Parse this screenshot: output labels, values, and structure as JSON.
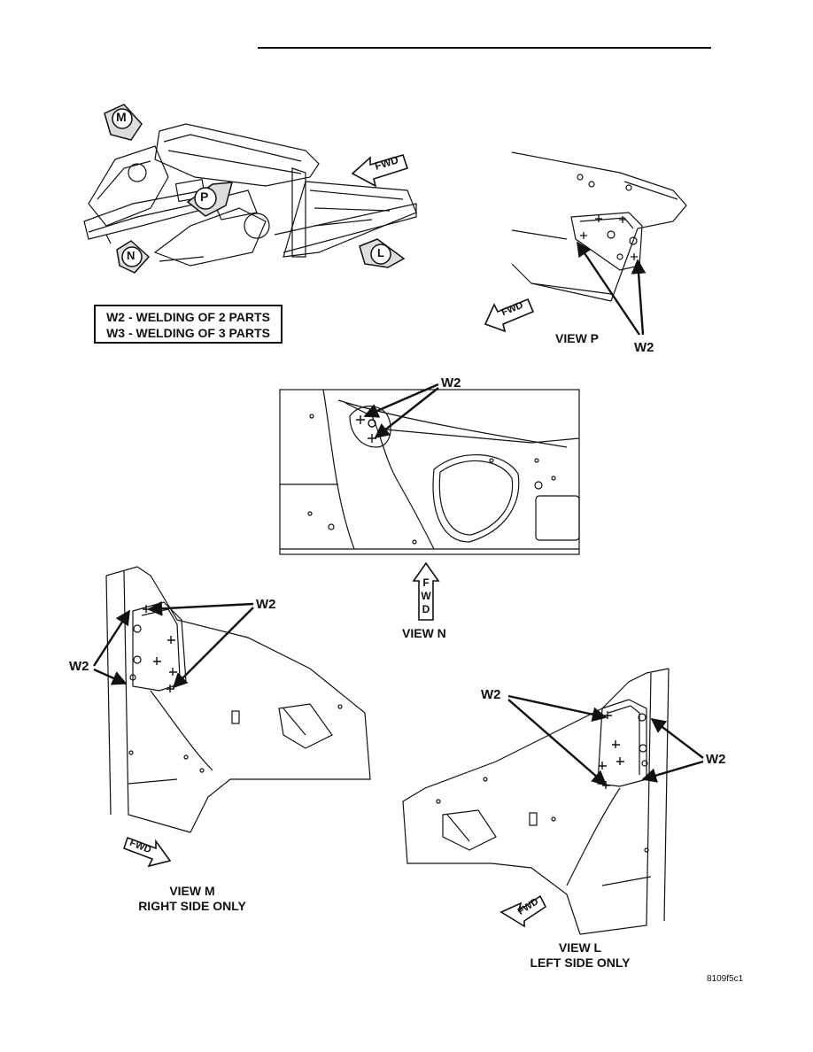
{
  "legend": {
    "w2": "W2 - WELDING OF 2 PARTS",
    "w3": "W3 - WELDING OF 3 PARTS"
  },
  "callouts": {
    "m": "M",
    "p": "P",
    "n": "N",
    "l": "L",
    "fwd": "FWD",
    "fwd_vertical": [
      "F",
      "W",
      "D"
    ]
  },
  "weld_label": "W2",
  "views": {
    "p": {
      "caption": "VIEW P"
    },
    "n": {
      "caption": "VIEW N"
    },
    "m": {
      "caption": "VIEW M",
      "subcaption": "RIGHT SIDE ONLY"
    },
    "l": {
      "caption": "VIEW L",
      "subcaption": "LEFT SIDE ONLY"
    }
  },
  "figure_id": "8109f5c1",
  "colors": {
    "ink": "#111111",
    "paper": "#ffffff",
    "arrow_fill": "#dddddd"
  },
  "icons": [
    "fwd-arrow-icon",
    "view-callout-icon",
    "weld-spot-icon",
    "leader-arrow-icon"
  ]
}
